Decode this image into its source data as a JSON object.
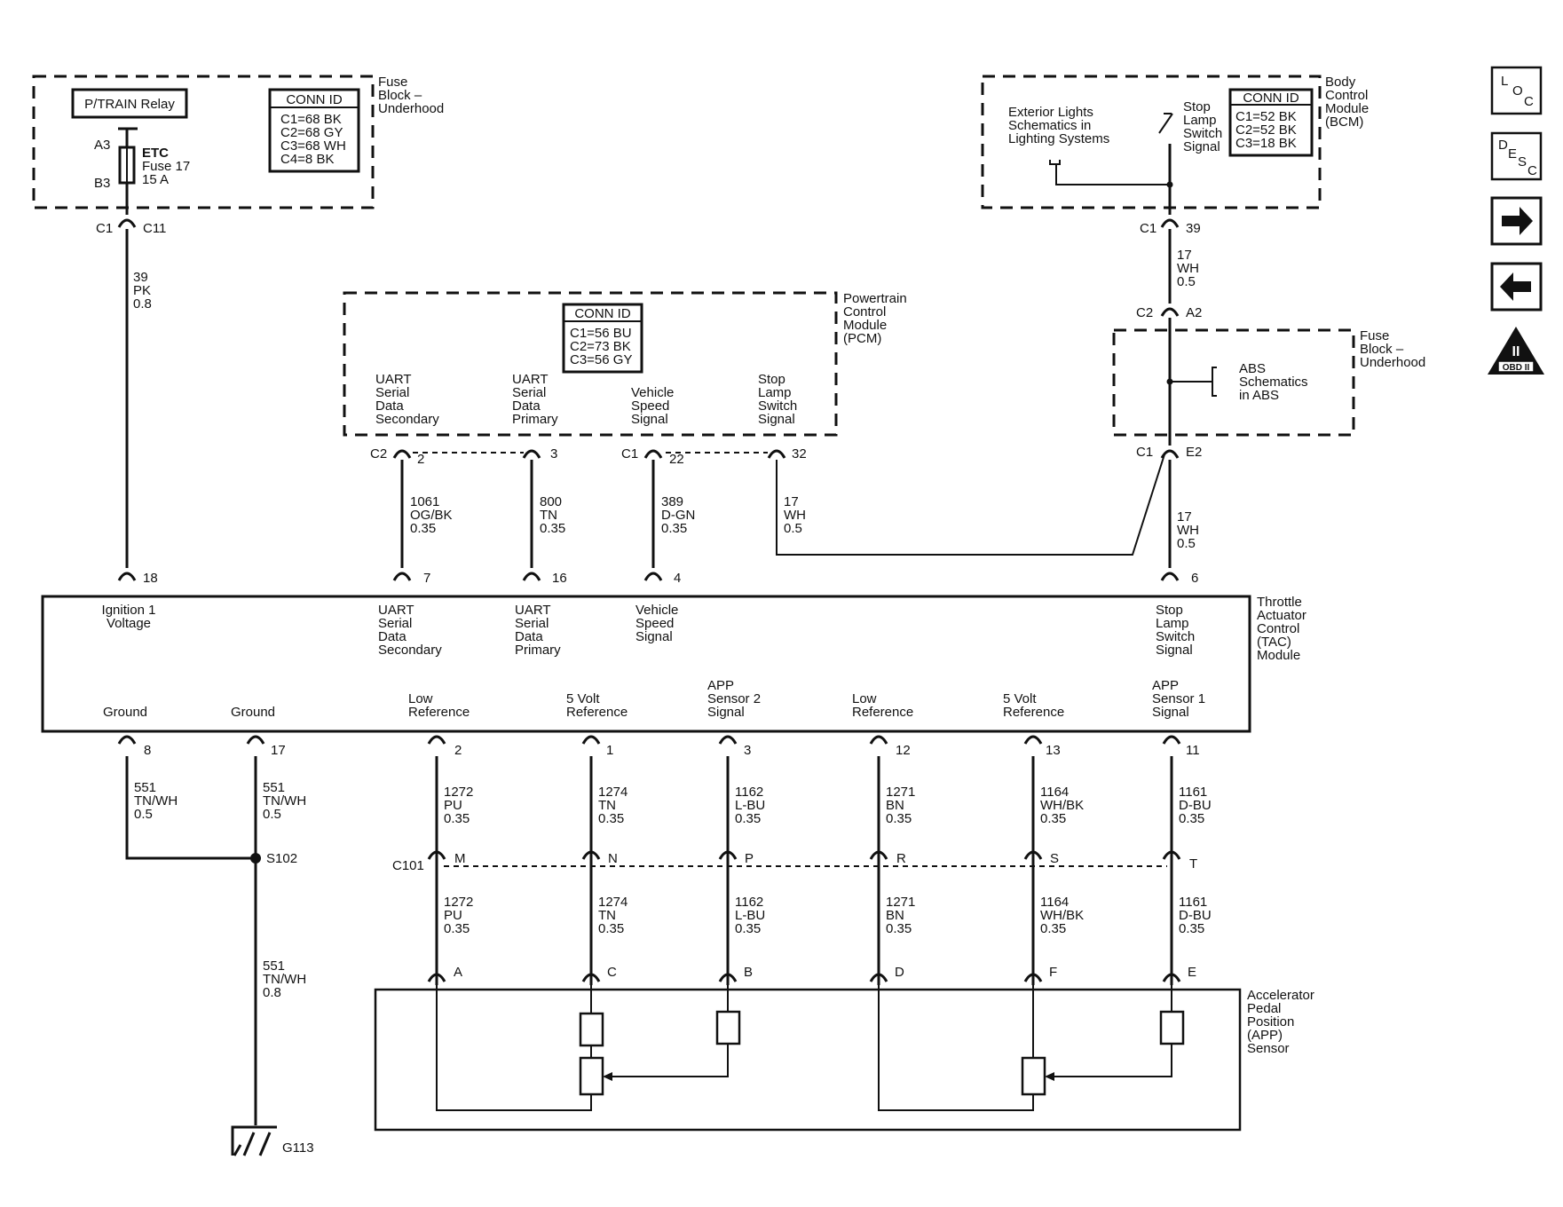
{
  "fuse_block_top": {
    "title": [
      "Fuse",
      "Block –",
      "Underhood"
    ],
    "relay": "P/TRAIN Relay",
    "pin_a": "A3",
    "pin_b": "B3",
    "fuse": [
      "ETC",
      "Fuse 17",
      "15 A"
    ],
    "conn_title": "CONN ID",
    "conn": [
      "C1=68 BK",
      "C2=68 GY",
      "C3=68 WH",
      "C4=8 BK"
    ],
    "conn_left": "C1",
    "conn_right": "C11"
  },
  "bcm": {
    "title": [
      "Body",
      "Control",
      "Module",
      "(BCM)"
    ],
    "ext_lights": [
      "Exterior Lights",
      "Schematics in",
      "Lighting Systems"
    ],
    "switch": [
      "Stop",
      "Lamp",
      "Switch",
      "Signal"
    ],
    "conn_title": "CONN ID",
    "conn": [
      "C1=52 BK",
      "C2=52 BK",
      "C3=18 BK"
    ],
    "conn_left": "C1",
    "conn_right": "39"
  },
  "pcm": {
    "title": [
      "Powertrain",
      "Control",
      "Module",
      "(PCM)"
    ],
    "conn_title": "CONN ID",
    "conn": [
      "C1=56 BU",
      "C2=73 BK",
      "C3=56 GY"
    ],
    "sig1": [
      "UART",
      "Serial",
      "Data",
      "Secondary"
    ],
    "sig2": [
      "UART",
      "Serial",
      "Data",
      "Primary"
    ],
    "sig3": [
      "Vehicle",
      "Speed",
      "Signal"
    ],
    "sig4": [
      "Stop",
      "Lamp",
      "Switch",
      "Signal"
    ],
    "c2": "C2",
    "c1": "C1",
    "pins": [
      "2",
      "3",
      "22",
      "32"
    ]
  },
  "fuse_block_mid": {
    "title": [
      "Fuse",
      "Block –",
      "Underhood"
    ],
    "abs": [
      "ABS",
      "Schematics",
      "in ABS"
    ],
    "c2": "C2",
    "a2": "A2",
    "c1": "C1",
    "e2": "E2"
  },
  "wires_top": {
    "w_fuse": [
      "39",
      "PK",
      "0.8"
    ],
    "w_bcm": [
      "17",
      "WH",
      "0.5"
    ],
    "w_uart_sec": [
      "1061",
      "OG/BK",
      "0.35"
    ],
    "w_uart_pri": [
      "800",
      "TN",
      "0.35"
    ],
    "w_vss": [
      "389",
      "D-GN",
      "0.35"
    ],
    "w_stop_pcm": [
      "17",
      "WH",
      "0.5"
    ],
    "w_stop_tac": [
      "17",
      "WH",
      "0.5"
    ]
  },
  "tac": {
    "title": [
      "Throttle",
      "Actuator",
      "Control",
      "(TAC)",
      "Module"
    ],
    "top_pins": [
      "18",
      "7",
      "16",
      "4",
      "6"
    ],
    "ign": [
      "Ignition 1",
      "Voltage"
    ],
    "uart_sec": [
      "UART",
      "Serial",
      "Data",
      "Secondary"
    ],
    "uart_pri": [
      "UART",
      "Serial",
      "Data",
      "Primary"
    ],
    "vss": [
      "Vehicle",
      "Speed",
      "Signal"
    ],
    "stop": [
      "Stop",
      "Lamp",
      "Switch",
      "Signal"
    ],
    "gnd1": "Ground",
    "gnd2": "Ground",
    "lowref1": [
      "Low",
      "Reference"
    ],
    "fivev1": [
      "5 Volt",
      "Reference"
    ],
    "app2": [
      "APP",
      "Sensor 2",
      "Signal"
    ],
    "lowref2": [
      "Low",
      "Reference"
    ],
    "fivev2": [
      "5 Volt",
      "Reference"
    ],
    "app1": [
      "APP",
      "Sensor 1",
      "Signal"
    ],
    "bottom_pins": [
      "8",
      "17",
      "2",
      "1",
      "3",
      "12",
      "13",
      "11"
    ]
  },
  "wires_bottom": {
    "g1": [
      "551",
      "TN/WH",
      "0.5"
    ],
    "g2": [
      "551",
      "TN/WH",
      "0.5"
    ],
    "splice": "S102",
    "g3": [
      "551",
      "TN/WH",
      "0.8"
    ],
    "ground": "G113",
    "w1": [
      "1272",
      "PU",
      "0.35"
    ],
    "w2": [
      "1274",
      "TN",
      "0.35"
    ],
    "w3": [
      "1162",
      "L-BU",
      "0.35"
    ],
    "w4": [
      "1271",
      "BN",
      "0.35"
    ],
    "w5": [
      "1164",
      "WH/BK",
      "0.35"
    ],
    "w6": [
      "1161",
      "D-BU",
      "0.35"
    ],
    "c101": "C101",
    "c101_pins": [
      "M",
      "N",
      "P",
      "R",
      "S",
      "T"
    ]
  },
  "app_sensor": {
    "title": [
      "Accelerator",
      "Pedal",
      "Position",
      "(APP)",
      "Sensor"
    ],
    "pins": [
      "A",
      "C",
      "B",
      "D",
      "F",
      "E"
    ]
  },
  "nav": {
    "loc": [
      "L",
      "O",
      "C"
    ],
    "desc": [
      "D",
      "E",
      "S",
      "C"
    ],
    "next": "→",
    "prev": "←",
    "obd": "OBD II",
    "obd_mark": "II"
  }
}
